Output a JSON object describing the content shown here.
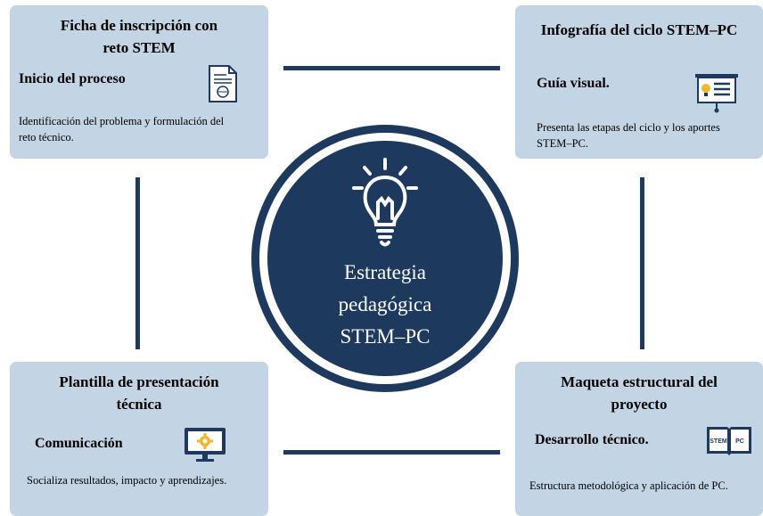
{
  "center": {
    "lines": [
      "Estrategia",
      "pedagógica",
      "STEM–PC"
    ],
    "icon": "lightbulb-icon"
  },
  "cards": {
    "top_left": {
      "title_lines": [
        "Ficha de inscripción con",
        "reto STEM"
      ],
      "subtitle": "Inicio del proceso",
      "description_lines": [
        "Identificación del problema y formulación del",
        "reto técnico."
      ],
      "icon": "document-icon"
    },
    "top_right": {
      "title_lines": [
        "Infografía del ciclo STEM–PC"
      ],
      "subtitle": "Guía visual.",
      "description_lines": [
        "Presenta las etapas del ciclo y los aportes",
        "STEM–PC."
      ],
      "icon": "presentation-board-icon"
    },
    "bottom_left": {
      "title_lines": [
        "Plantilla de presentación",
        "técnica"
      ],
      "subtitle": "Comunicación",
      "description_lines": [
        "Socializa resultados, impacto y aprendizajes."
      ],
      "icon": "monitor-gear-icon"
    },
    "bottom_right": {
      "title_lines": [
        "Maqueta estructural del",
        "proyecto"
      ],
      "subtitle": "Desarrollo técnico.",
      "description_lines": [
        "Estructura metodológica y aplicación de PC."
      ],
      "icon": "book-icon",
      "icon_text": [
        "STEM",
        "PC"
      ]
    }
  },
  "colors": {
    "card_background": "#c3d4e4",
    "navy": "#1d3a5e",
    "accent_yellow": "#f2b632"
  }
}
